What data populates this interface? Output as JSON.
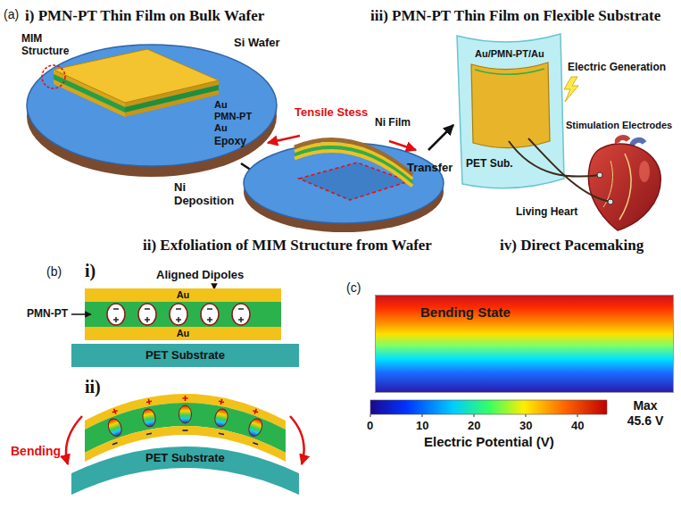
{
  "diagram": {
    "nodes": [
      {
        "text": [
          "Au"
        ]
      },
      {
        "text": [
          "Au"
        ]
      },
      {
        "text": [
          "PET Substrate"
        ]
      },
      {
        "text": [
          "PET Substrate"
        ]
      },
      {
        "text": [
          "Bending State"
        ]
      }
    ],
    "labels": [
      "(a)",
      "i) PMN-PT Thin Film on Bulk Wafer",
      "iii) PMN-PT Thin Film on Flexible Substrate",
      "MIM Structure",
      "Si Wafer",
      "Au",
      "PMN-PT",
      "Au",
      "Epoxy",
      "Tensile Stess",
      "Ni Film",
      "Ni Deposition",
      "Transfer",
      "Au/PMN-PT/Au",
      "Electric Generation",
      "PET Sub.",
      "Stimulation Electrodes",
      "Living Heart",
      "ii) Exfoliation of MIM Structure from Wafer",
      "iv) Direct Pacemaking",
      "(b)",
      "i)",
      "Aligned Dipoles",
      "PMN-PT",
      "ii)",
      "Bending",
      "(c)",
      "0",
      "10",
      "20",
      "30",
      "40",
      "Max 45.6 V",
      "Electric Potential (V)"
    ]
  }
}
